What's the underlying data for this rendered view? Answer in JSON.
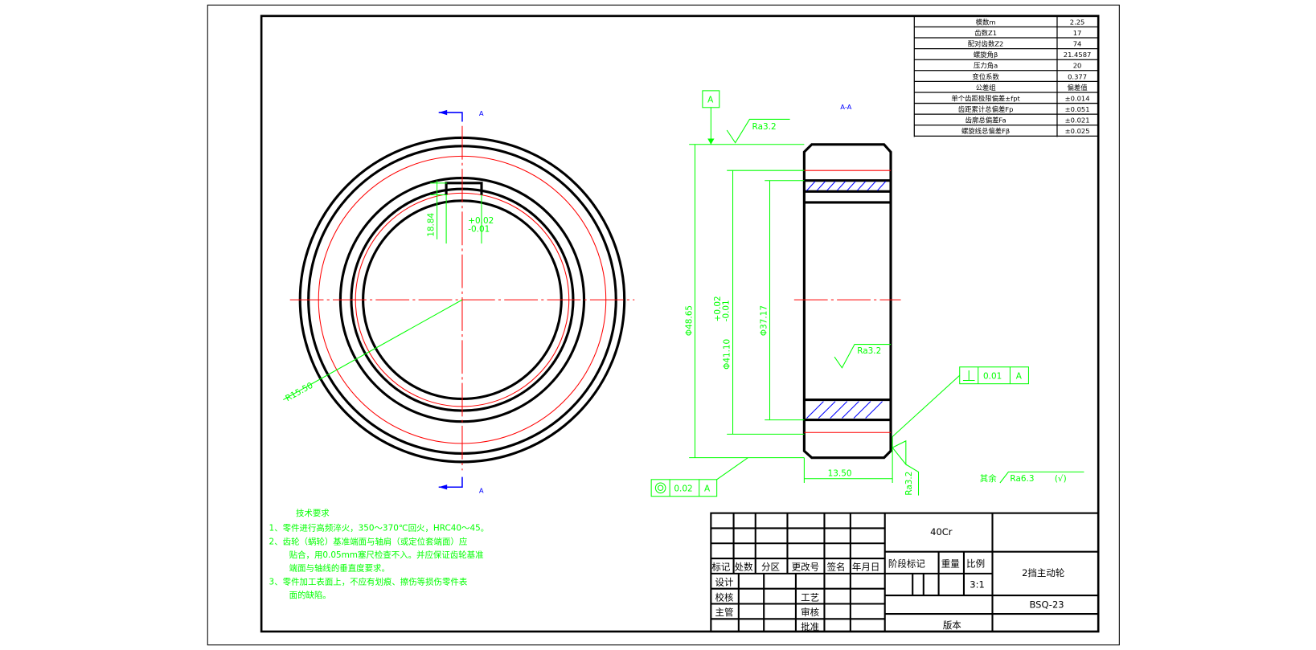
{
  "params": [
    {
      "label": "模数m",
      "value": "2.25"
    },
    {
      "label": "齿数Z1",
      "value": "17"
    },
    {
      "label": "配对齿数Z2",
      "value": "74"
    },
    {
      "label": "螺旋角β",
      "value": "21.4587"
    },
    {
      "label": "压力角a",
      "value": "20"
    },
    {
      "label": "变位系数",
      "value": "0.377"
    },
    {
      "label": "公差组",
      "value": "偏差值"
    },
    {
      "label": "单个齿距极限偏差±fpt",
      "value": "±0.014"
    },
    {
      "label": "齿距累计总偏差Fp",
      "value": "±0.051"
    },
    {
      "label": "齿廓总偏差Fa",
      "value": "±0.021"
    },
    {
      "label": "螺旋线总偏差Fβ",
      "value": "±0.025"
    }
  ],
  "section_marks": {
    "top": "A",
    "bottom": "A",
    "view": "A-A",
    "datum": "A"
  },
  "dims": {
    "key_h": "18.84",
    "key_tol_up": "+0.02",
    "key_tol_dn": "-0.01",
    "radius": "R15.50",
    "d1": "Φ48.65",
    "d2": "Φ41.10",
    "d2_tol_up": "+0.02",
    "d2_tol_dn": "-0.01",
    "d3": "Φ37.17",
    "width": "13.50"
  },
  "roughness": {
    "top": "Ra3.2",
    "mid": "Ra3.2",
    "side": "Ra3.2",
    "rest_label": "其余",
    "rest": "Ra6.3",
    "rest_sym": "(√)"
  },
  "tolerances": {
    "perp_val": "0.01",
    "perp_datum": "A",
    "conc_val": "0.02",
    "conc_datum": "A"
  },
  "tech": {
    "title": "技术要求",
    "lines": [
      "1、零件进行高频淬火，350～370℃回火，HRC40～45。",
      "2、齿轮（蜗轮）基准端面与轴肩（或定位套端面）应",
      "贴合，用0.05mm塞尺检查不入。并应保证齿轮基准",
      "端面与轴线的垂直度要求。",
      "3、零件加工表面上，不应有划痕、擦伤等损伤零件表",
      "面的缺陷。"
    ]
  },
  "title_block": {
    "headers": [
      "标记",
      "处数",
      "分区",
      "更改号",
      "签名",
      "年月日"
    ],
    "design": "设计",
    "check": "校核",
    "manager": "主管",
    "process": "工艺",
    "review": "审核",
    "approve": "批准",
    "material": "40Cr",
    "stage": "阶段标记",
    "weight": "重量",
    "scale_label": "比例",
    "scale": "3:1",
    "part_name": "2挡主动轮",
    "drawing_no": "BSQ-23",
    "edition": "版本"
  }
}
